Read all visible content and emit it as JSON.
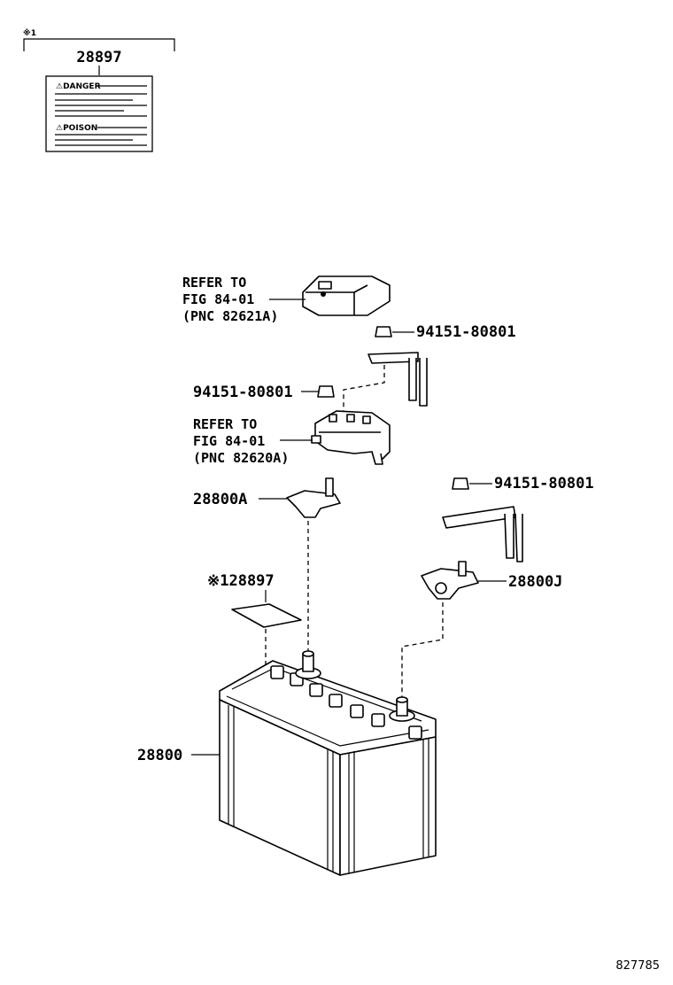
{
  "note_mark": "※1",
  "legend": {
    "part_number": "28897",
    "label_danger": "⚠DANGER",
    "label_poison": "⚠POISON"
  },
  "callouts": {
    "ref_top": [
      "REFER TO",
      "FIG 84-01",
      "(PNC 82621A)"
    ],
    "ref_mid": [
      "REFER TO",
      "FIG 84-01",
      "(PNC 82620A)"
    ],
    "nut_top": "94151-80801",
    "nut_left": "94151-80801",
    "nut_right": "94151-80801",
    "terminal_pos": "28800A",
    "label_sheet": "※128897",
    "terminal_neg": "28800J",
    "battery": "28800"
  },
  "figure_id": "827785"
}
